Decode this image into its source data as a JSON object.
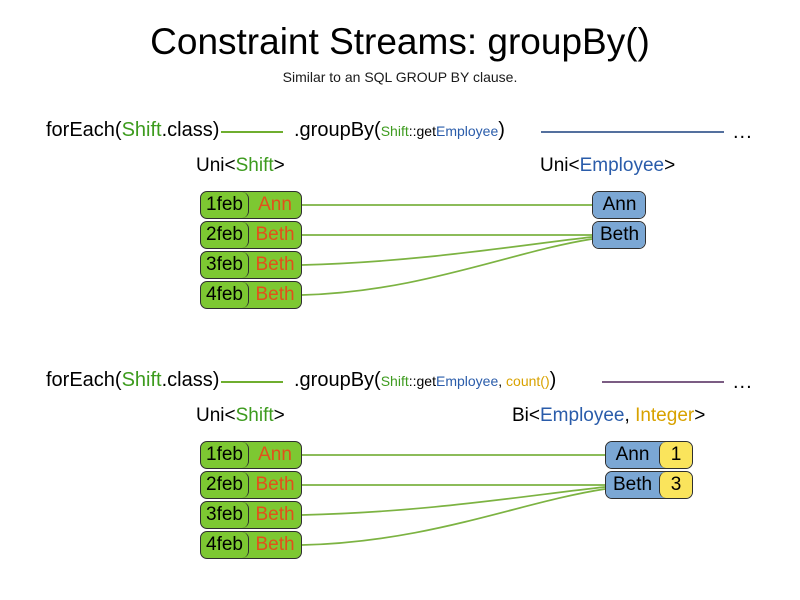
{
  "header": {
    "title": "Constraint Streams: groupBy()",
    "subtitle": "Similar to an SQL GROUP BY clause."
  },
  "colors": {
    "shift_green": "#7dc832",
    "employee_blue": "#7ba7d4",
    "count_yellow": "#fae45c",
    "name_orange": "#e2501b",
    "token_green": "#3d9b1e",
    "token_blue": "#2a5caa",
    "token_gold": "#d8a200",
    "link_green": "#7cb342",
    "link_blue": "#54709e",
    "link_purple": "#7b5c83"
  },
  "diagram_one": {
    "code": {
      "for_each_prefix": "forEach(",
      "for_each_type": "Shift",
      "for_each_suffix": ".class)",
      "group_by_prefix": ".groupBy(",
      "arg_class": "Shift",
      "arg_sep": "::get",
      "arg_property": "Employee",
      "group_by_suffix": ")",
      "ellipsis": "..."
    },
    "left_label": {
      "wrapper_open": "Uni<",
      "type": "Shift",
      "wrapper_close": ">"
    },
    "right_label": {
      "wrapper_open": "Uni<",
      "type": "Employee",
      "wrapper_close": ">"
    },
    "shifts": [
      {
        "date": "1feb",
        "employee": "Ann"
      },
      {
        "date": "2feb",
        "employee": "Beth"
      },
      {
        "date": "3feb",
        "employee": "Beth"
      },
      {
        "date": "4feb",
        "employee": "Beth"
      }
    ],
    "employees": [
      {
        "name": "Ann"
      },
      {
        "name": "Beth"
      }
    ]
  },
  "diagram_two": {
    "code": {
      "for_each_prefix": "forEach(",
      "for_each_type": "Shift",
      "for_each_suffix": ".class)",
      "group_by_prefix": ".groupBy(",
      "arg_class": "Shift",
      "arg_sep": "::get",
      "arg_property": "Employee",
      "arg_comma": ", ",
      "arg_collector": "count()",
      "group_by_suffix": ")",
      "ellipsis": "..."
    },
    "left_label": {
      "wrapper_open": "Uni<",
      "type": "Shift",
      "wrapper_close": ">"
    },
    "right_label": {
      "wrapper_open": "Bi<",
      "type_a": "Employee",
      "sep": ", ",
      "type_b": "Integer",
      "wrapper_close": ">"
    },
    "shifts": [
      {
        "date": "1feb",
        "employee": "Ann"
      },
      {
        "date": "2feb",
        "employee": "Beth"
      },
      {
        "date": "3feb",
        "employee": "Beth"
      },
      {
        "date": "4feb",
        "employee": "Beth"
      }
    ],
    "groups": [
      {
        "name": "Ann",
        "count": "1"
      },
      {
        "name": "Beth",
        "count": "3"
      }
    ]
  }
}
